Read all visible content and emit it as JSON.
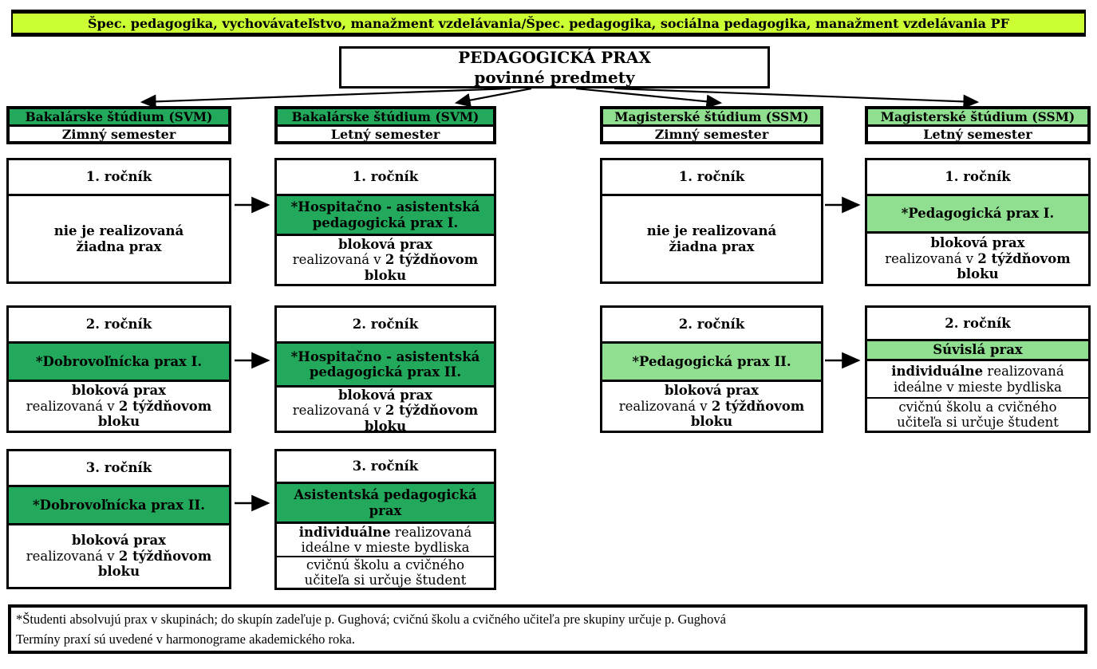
{
  "banner": {
    "text": "Špec. pedagogika, vychovávateľstvo, manažment vzdelávania/Špec. pedagogika, sociálna pedagogika, manažment vzdelávania PF"
  },
  "title": {
    "line1": "PEDAGOGICKÁ PRAX",
    "line2": "povinné predmety"
  },
  "colors": {
    "banner_bg": "#ccff33",
    "green_dark": "#22a95c",
    "green_light": "#90df90"
  },
  "headers": [
    {
      "program": "Bakalárske štúdium (SVM)",
      "semester": "Zimný semester"
    },
    {
      "program": "Bakalárske štúdium (SVM)",
      "semester": "Letný semester"
    },
    {
      "program": "Magisterské štúdium (SSM)",
      "semester": "Zimný semester"
    },
    {
      "program": "Magisterské štúdium (SSM)",
      "semester": "Letný semester"
    }
  ],
  "labels": {
    "year1": "1. ročník",
    "year2": "2. ročník",
    "year3": "3. ročník",
    "no_prax_line1": "nie je realizovaná",
    "no_prax_line2": "žiadna prax",
    "blokova": "bloková prax",
    "realizovana_v": "realizovaná v ",
    "blok_2t": "2 týždňovom bloku",
    "individualne": "individuálne",
    "individualne_rest": " realizovaná",
    "idealne": "ideálne v mieste bydliska",
    "cvicna_line1": "cvičnú školu a cvičného",
    "cvicna_line2": "učiteľa si určuje študent"
  },
  "practices": {
    "hosp1_line1": "*Hospitačno - asistentská",
    "hosp1_line2": "pedagogická prax I.",
    "hosp2_line1": "*Hospitačno - asistentská",
    "hosp2_line2": "pedagogická prax II.",
    "dobro1": "*Dobrovoľnícka prax I.",
    "dobro2": "*Dobrovoľnícka prax II.",
    "ped1": "*Pedagogická prax I.",
    "ped2": "*Pedagogická prax II.",
    "suvisla": "Súvislá prax",
    "asist_line1": "Asistentská pedagogická",
    "asist_line2": "prax"
  },
  "footnote": {
    "line1": "*Študenti absolvujú prax v skupinách; do skupín zadeľuje p. Gughová; cvičnú školu a cvičného učiteľa pre skupiny určuje p. Gughová",
    "line2": "Termíny praxí sú uvedené v harmonograme akademického roka."
  }
}
